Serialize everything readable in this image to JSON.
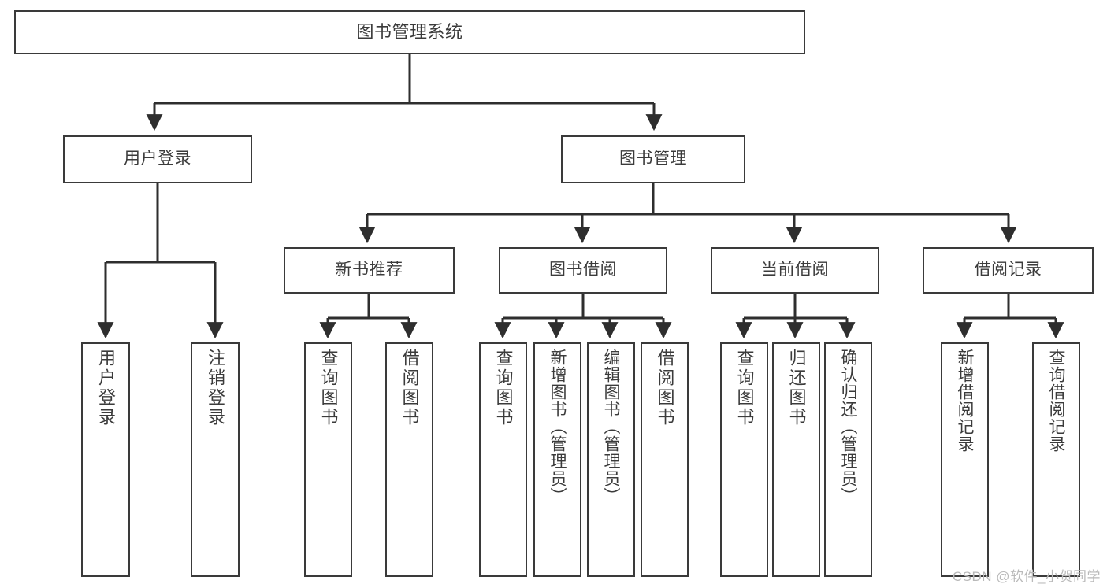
{
  "diagram": {
    "title": "图书管理系统",
    "type": "hierarchy-tree",
    "root": {
      "id": "root",
      "label": "图书管理系统"
    },
    "level2": [
      {
        "id": "user-login",
        "label": "用户登录"
      },
      {
        "id": "book-manage",
        "label": "图书管理"
      }
    ],
    "level3": [
      {
        "id": "new-book-recommend",
        "label": "新书推荐",
        "parent": "book-manage"
      },
      {
        "id": "book-borrow",
        "label": "图书借阅",
        "parent": "book-manage"
      },
      {
        "id": "current-borrow",
        "label": "当前借阅",
        "parent": "book-manage"
      },
      {
        "id": "borrow-record",
        "label": "借阅记录",
        "parent": "book-manage"
      }
    ],
    "leaves": [
      {
        "id": "leaf-user-login",
        "label": "用户登录",
        "parent": "user-login"
      },
      {
        "id": "leaf-logout-login",
        "label": "注销登录",
        "parent": "user-login"
      },
      {
        "id": "leaf-query-book-1",
        "label": "查询图书",
        "parent": "new-book-recommend"
      },
      {
        "id": "leaf-borrow-book-1",
        "label": "借阅图书",
        "parent": "new-book-recommend"
      },
      {
        "id": "leaf-query-book-2",
        "label": "查询图书",
        "parent": "book-borrow"
      },
      {
        "id": "leaf-add-book",
        "label": "新增图书（管理员）",
        "parent": "book-borrow"
      },
      {
        "id": "leaf-edit-book",
        "label": "编辑图书（管理员）",
        "parent": "book-borrow"
      },
      {
        "id": "leaf-borrow-book-2",
        "label": "借阅图书",
        "parent": "book-borrow"
      },
      {
        "id": "leaf-query-book-3",
        "label": "查询图书",
        "parent": "current-borrow"
      },
      {
        "id": "leaf-return-book",
        "label": "归还图书",
        "parent": "current-borrow"
      },
      {
        "id": "leaf-confirm-return",
        "label": "确认归还（管理员）",
        "parent": "current-borrow"
      },
      {
        "id": "leaf-add-record",
        "label": "新增借阅记录",
        "parent": "borrow-record"
      },
      {
        "id": "leaf-query-record",
        "label": "查询借阅记录",
        "parent": "borrow-record"
      }
    ],
    "watermark": "CSDN @软件_小贺同学",
    "colors": {
      "stroke": "#3a3a3a",
      "text": "#3b3b3b",
      "background": "#ffffff",
      "watermark": "#b9b9b9"
    }
  }
}
